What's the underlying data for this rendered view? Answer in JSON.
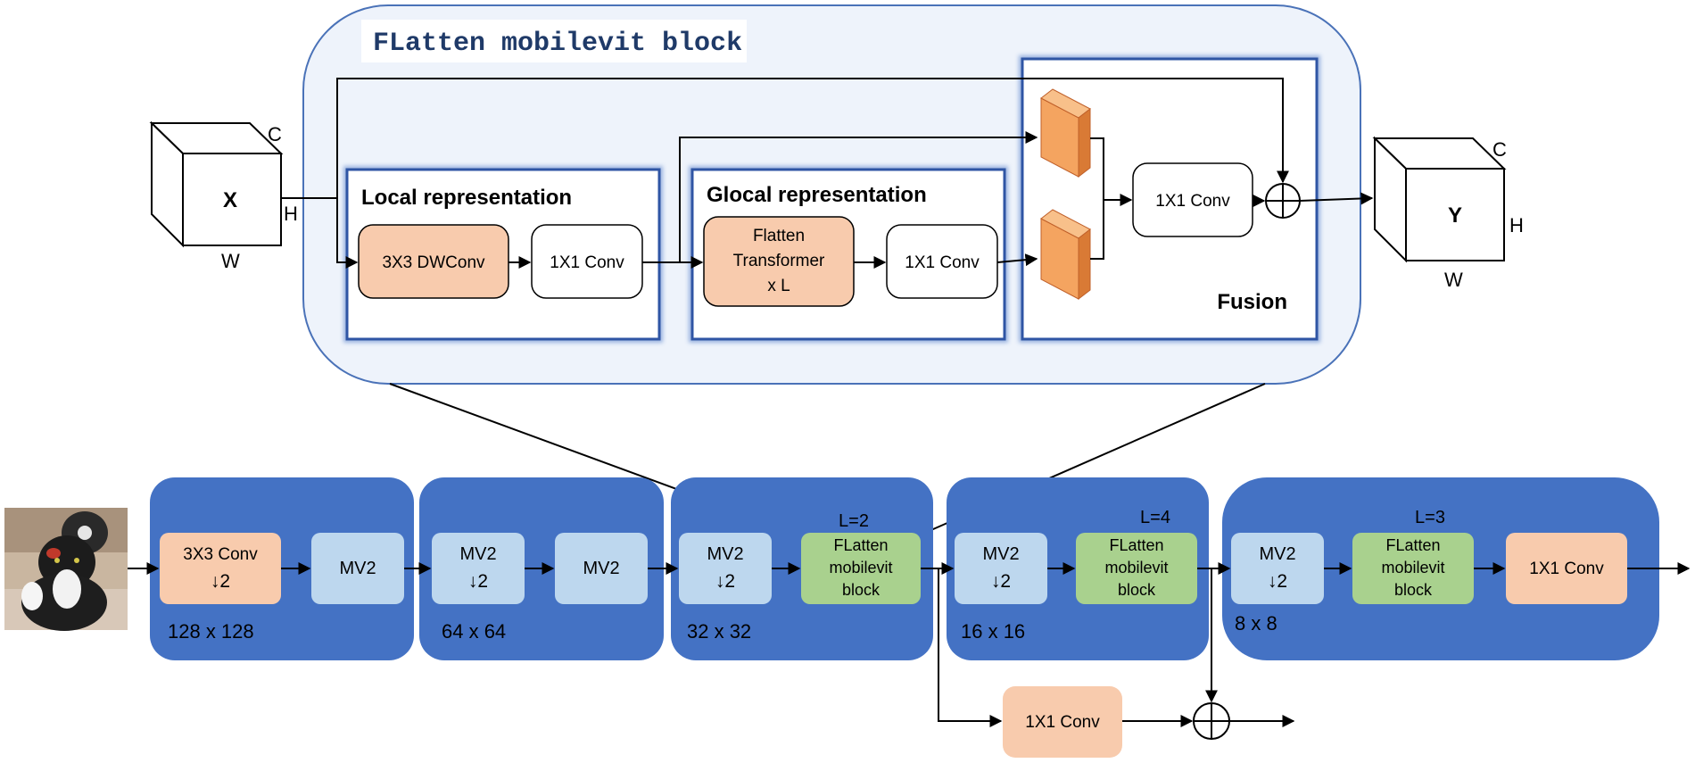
{
  "flatten_block": {
    "title": "FLatten mobilevit block",
    "input": {
      "label": "X",
      "dim_c": "C",
      "dim_h": "H",
      "dim_w": "W"
    },
    "output": {
      "label": "Y",
      "dim_c": "C",
      "dim_h": "H",
      "dim_w": "W"
    },
    "local": {
      "title": "Local representation",
      "dwconv": "3X3  DWConv",
      "conv": "1X1  Conv"
    },
    "global": {
      "title": "Glocal representation",
      "transformer_lines": [
        "Flatten",
        "Transformer",
        "x L"
      ],
      "conv": "1X1  Conv"
    },
    "fusion": {
      "title": "Fusion",
      "conv": "1X1  Conv"
    }
  },
  "pipeline": {
    "stage1": {
      "size": "128 x 128",
      "conv_lines": [
        "3X3  Conv",
        "↓2"
      ],
      "mv2": "MV2"
    },
    "stage2": {
      "size": "64 x 64",
      "mv2_down_lines": [
        "MV2",
        "↓2"
      ],
      "mv2": "MV2"
    },
    "stage3": {
      "size": "32 x 32",
      "mv2_down_lines": [
        "MV2",
        "↓2"
      ],
      "block_lines": [
        "FLatten",
        "mobilevit",
        "block"
      ],
      "l_label": "L=2"
    },
    "stage4": {
      "size": "16 x 16",
      "mv2_down_lines": [
        "MV2",
        "↓2"
      ],
      "block_lines": [
        "FLatten",
        "mobilevit",
        "block"
      ],
      "l_label": "L=4"
    },
    "stage5": {
      "size": "8 x 8",
      "mv2_down_lines": [
        "MV2",
        "↓2"
      ],
      "block_lines": [
        "FLatten",
        "mobilevit",
        "block"
      ],
      "l_label": "L=3",
      "conv": "1X1  Conv"
    },
    "side_conv": "1X1  Conv"
  },
  "colors": {
    "stage_blue": "#4472c4",
    "light_blue": "#bdd7ee",
    "peach": "#f8cbad",
    "green": "#a9d18e",
    "orange_feature": "#f4a460",
    "panel_fill": "#eef3fb",
    "panel_border": "#4a72b8",
    "title_color": "#1f3a68"
  }
}
